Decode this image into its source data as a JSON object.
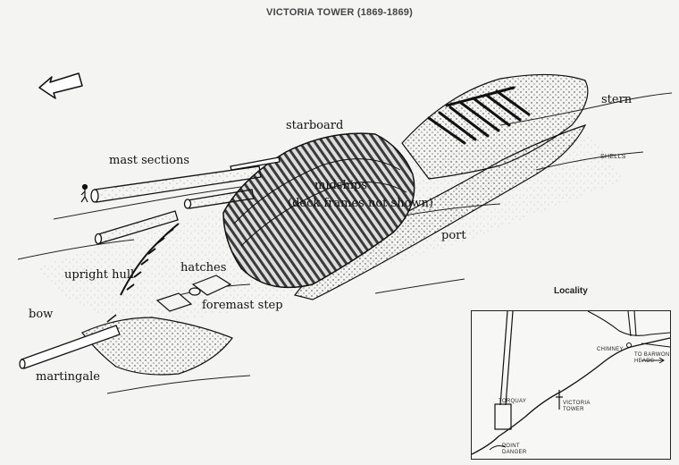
{
  "title": "VICTORIA TOWER (1869-1869)",
  "labels": {
    "stern": "stern",
    "starboard": "starboard",
    "shells": "SHELLS",
    "mast_sections": "mast sections",
    "midships": "midships",
    "deck_frames_note": "(deck frames not shown)",
    "port": "port",
    "upright_hull": "upright hull",
    "hatches": "hatches",
    "foremast_step": "foremast step",
    "bow": "bow",
    "martingale": "martingale"
  },
  "locality": {
    "title": "Locality",
    "places": {
      "chimney": "CHIMNEY",
      "to_barwon_heads": "TO BARWON HEADS",
      "torquay": "TORQUAY",
      "victoria_tower": "VICTORIA TOWER",
      "point_danger": "POINT DANGER"
    }
  },
  "icons": [
    "north-arrow-icon",
    "person-scale-icon"
  ]
}
